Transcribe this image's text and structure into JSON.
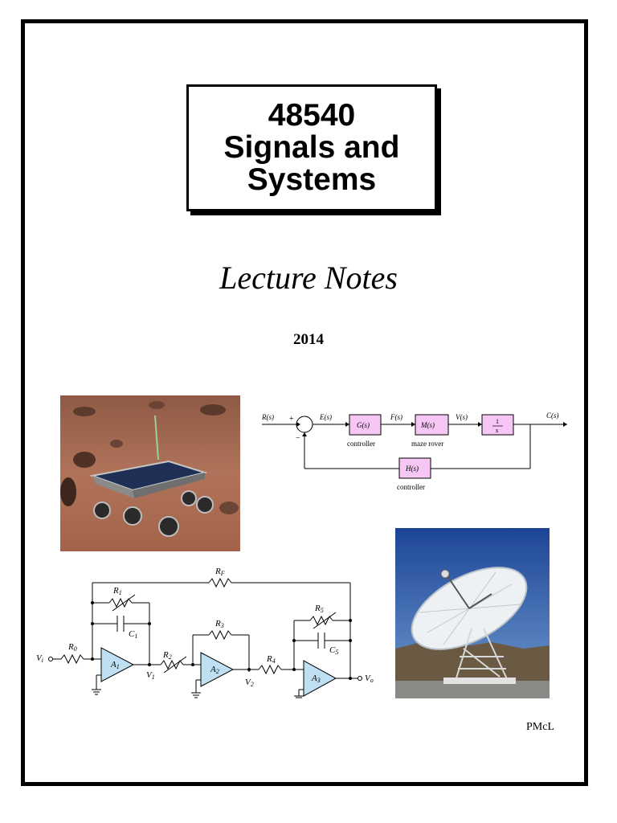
{
  "title": {
    "line1": "48540",
    "line2": "Signals and",
    "line3": "Systems"
  },
  "subtitle": "Lecture Notes",
  "year": "2014",
  "author": "PMcL",
  "block_diagram": {
    "input": "R(s)",
    "error": "E(s)",
    "controller_block": "G(s)",
    "controller_caption": "controller",
    "force": "F(s)",
    "plant_block": "M(s)",
    "plant_caption": "maze rover",
    "velocity": "V(s)",
    "integrator_num": "1",
    "integrator_den": "s",
    "output": "C(s)",
    "feedback_block": "H(s)",
    "feedback_caption": "controller",
    "plus_sign": "+",
    "minus_sign": "−"
  },
  "circuit": {
    "rf": "R",
    "rf_sub": "F",
    "r1": "R",
    "r1_sub": "1",
    "c1": "C",
    "c1_sub": "1",
    "r0": "R",
    "r0_sub": "0",
    "vi": "V",
    "vi_sub": "i",
    "a1": "A",
    "a1_sub": "1",
    "v1": "V",
    "v1_sub": "1",
    "r2": "R",
    "r2_sub": "2",
    "r3": "R",
    "r3_sub": "3",
    "a2": "A",
    "a2_sub": "2",
    "v2": "V",
    "v2_sub": "2",
    "r4": "R",
    "r4_sub": "4",
    "r5": "R",
    "r5_sub": "5",
    "c5": "C",
    "c5_sub": "5",
    "a3": "A",
    "a3_sub": "3",
    "vo": "V",
    "vo_sub": "o"
  },
  "colors": {
    "block_fill": "#f6c6f4",
    "opamp_fill": "#bfe0f2",
    "sky": "#2d5aa8",
    "mars": "#a9684c"
  }
}
